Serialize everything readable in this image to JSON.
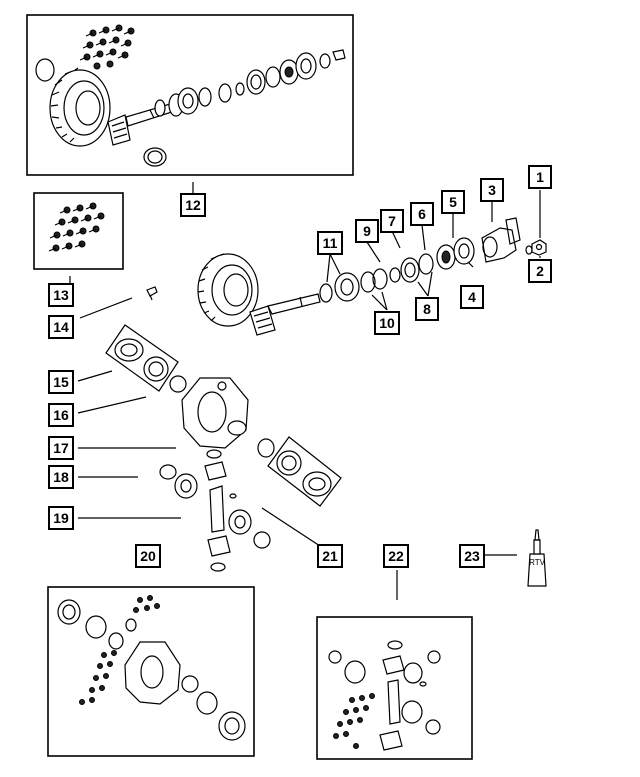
{
  "callouts": [
    {
      "id": "c1",
      "label": "1"
    },
    {
      "id": "c2",
      "label": "2"
    },
    {
      "id": "c3",
      "label": "3"
    },
    {
      "id": "c4",
      "label": "4"
    },
    {
      "id": "c5",
      "label": "5"
    },
    {
      "id": "c6",
      "label": "6"
    },
    {
      "id": "c7",
      "label": "7"
    },
    {
      "id": "c8",
      "label": "8"
    },
    {
      "id": "c9",
      "label": "9"
    },
    {
      "id": "c10",
      "label": "10"
    },
    {
      "id": "c11",
      "label": "11"
    },
    {
      "id": "c12",
      "label": "12"
    },
    {
      "id": "c13",
      "label": "13"
    },
    {
      "id": "c14",
      "label": "14"
    },
    {
      "id": "c15",
      "label": "15"
    },
    {
      "id": "c16",
      "label": "16"
    },
    {
      "id": "c17",
      "label": "17"
    },
    {
      "id": "c18",
      "label": "18"
    },
    {
      "id": "c19",
      "label": "19"
    },
    {
      "id": "c20",
      "label": "20"
    },
    {
      "id": "c21",
      "label": "21"
    },
    {
      "id": "c22",
      "label": "22"
    },
    {
      "id": "c23",
      "label": "23"
    }
  ],
  "rtv_tube_text": "RTV"
}
